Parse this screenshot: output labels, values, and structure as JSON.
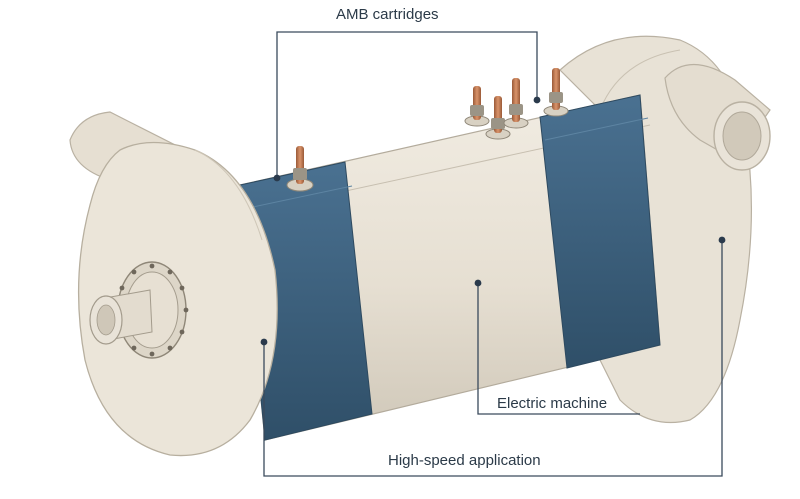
{
  "callouts": {
    "amb_cartridges": "AMB cartridges",
    "electric_machine": "Electric machine",
    "high_speed_application": "High-speed application"
  },
  "colors": {
    "housing": "#ece6da",
    "housing_shade": "#d6cfc1",
    "cartridge_band": "#3f6582",
    "cartridge_band_dark": "#355670",
    "leader_line": "#3a4a5c",
    "terminal": "#b8744e",
    "background": "#ffffff"
  }
}
